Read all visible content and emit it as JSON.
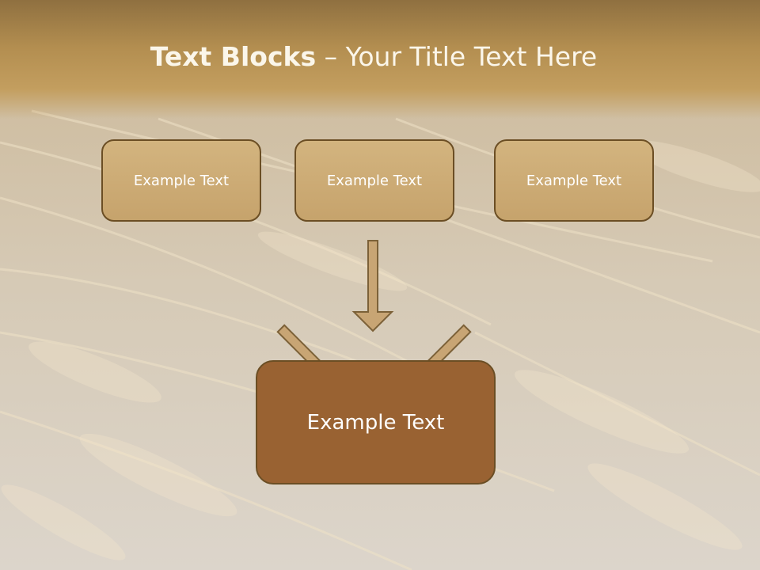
{
  "slide": {
    "title_bold": "Text Blocks",
    "title_dash": " – ",
    "title_rest": "Your Title Text Here"
  },
  "boxes": {
    "left": "Example Text",
    "center": "Example Text",
    "right": "Example Text",
    "bottom": "Example Text"
  },
  "colors": {
    "header": "#b38e50",
    "box_fill": "#c9a874",
    "box_border": "#6b4e24",
    "bottom_box_fill": "#996232",
    "arrow_fill": "#c8a574",
    "text": "#ffffff"
  }
}
